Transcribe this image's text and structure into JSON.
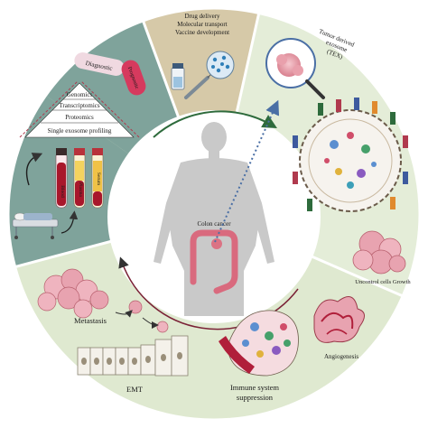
{
  "top_panel": {
    "line1": "Drug delivery",
    "line2": "Molecular transport",
    "line3": "Vaccine development"
  },
  "left_panel": {
    "diagnostic": "Diagnostic",
    "prognostic": "Prognostic",
    "pyramid": [
      "Genomics",
      "Transcriptomics",
      "Proteomics",
      "Single exosome profiling"
    ],
    "tubes": [
      "Blood",
      "Plasma",
      "Serum"
    ]
  },
  "right_panel": {
    "tex_label": "Tumor derived exosome (TEX)",
    "tex_lines": [
      "Tumor derived",
      "exosome",
      "(TEX)"
    ],
    "uncontrol": "Uncontrol cells Growth",
    "angiogenesis": "Angiogenesis"
  },
  "bottom_panel": {
    "metastasis": "Metastasis",
    "emt": "EMT",
    "immune_line1": "Immune system",
    "immune_line2": "suppression"
  },
  "center": {
    "colon_cancer": "Colon cancer"
  },
  "colors": {
    "top_panel": "#d6c9a8",
    "left_panel": "#7fa39b",
    "right_panel": "#e4edd8",
    "bottom_panel": "#dfe9d0",
    "body": "#c9c9c9",
    "arrow_green": "#2e6b3c",
    "arrow_red": "#7a2236",
    "tumor": "#e9a0ac"
  }
}
